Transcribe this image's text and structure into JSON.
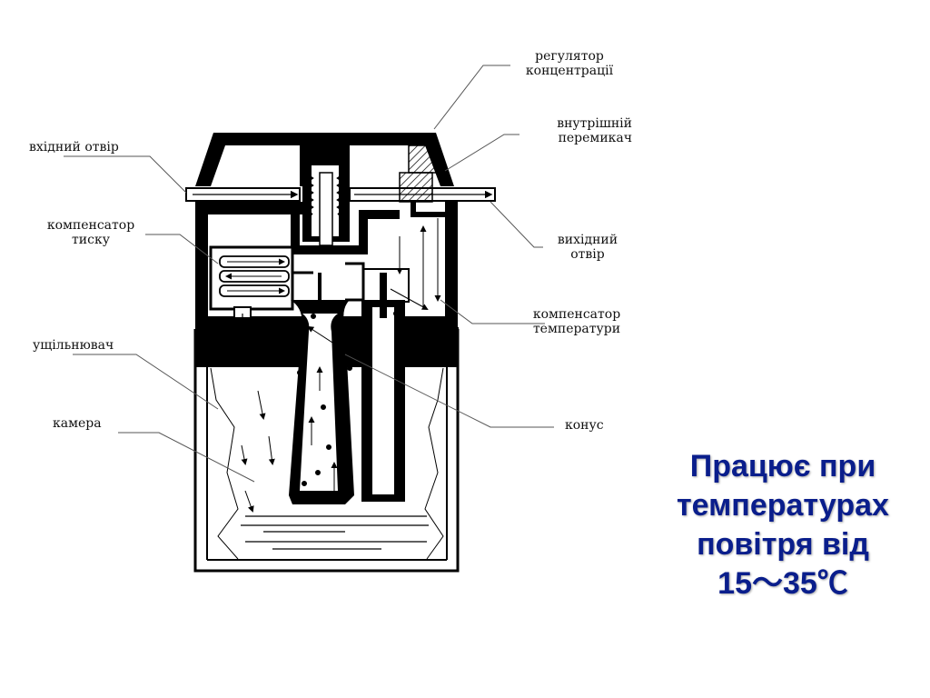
{
  "labels": {
    "regulator_line1": "регулятор",
    "regulator_line2": "концентрації",
    "internal_switch_line1": "внутрішній",
    "internal_switch_line2": "перемикач",
    "inlet": "вхідний отвір",
    "pressure_comp_line1": "компенсатор",
    "pressure_comp_line2": "тиску",
    "outlet_line1": "вихідний",
    "outlet_line2": "отвір",
    "temp_comp_line1": "компенсатор",
    "temp_comp_line2": "температури",
    "seal": "ущільнювач",
    "cone": "конус",
    "chamber": "камера"
  },
  "caption": {
    "line1": "Працює при",
    "line2": "температурах",
    "line3": "повітря від",
    "line4": "15～35℃"
  },
  "colors": {
    "ink": "#000000",
    "caption": "#0a1e8c"
  }
}
